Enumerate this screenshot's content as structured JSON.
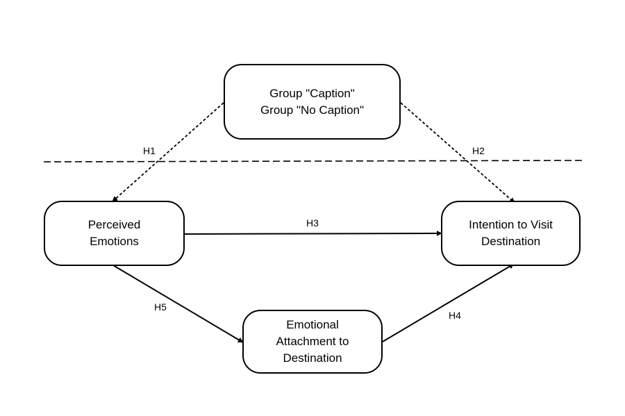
{
  "nodes": {
    "group": {
      "lines": [
        "Group \"Caption\"",
        "Group \"No Caption\""
      ]
    },
    "perceived": {
      "lines": [
        "Perceived",
        "Emotions"
      ]
    },
    "intention": {
      "lines": [
        "Intention to Visit",
        "Destination"
      ]
    },
    "attachment": {
      "lines": [
        "Emotional",
        "Attachment to",
        "Destination"
      ]
    }
  },
  "edges": {
    "h1": {
      "label": "H1",
      "from": "Group",
      "to": "Perceived Emotions",
      "style": "dashed"
    },
    "h2": {
      "label": "H2",
      "from": "Group",
      "to": "Intention to Visit Destination",
      "style": "dashed"
    },
    "h3": {
      "label": "H3",
      "from": "Perceived Emotions",
      "to": "Intention to Visit Destination",
      "style": "solid"
    },
    "h4": {
      "label": "H4",
      "from": "Emotional Attachment to Destination",
      "to": "Intention to Visit Destination",
      "style": "solid"
    },
    "h5": {
      "label": "H5",
      "from": "Perceived Emotions",
      "to": "Emotional Attachment to Destination",
      "style": "solid"
    }
  }
}
